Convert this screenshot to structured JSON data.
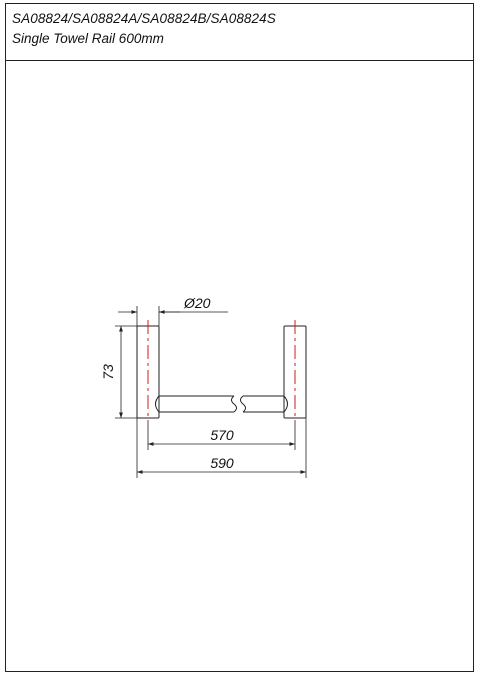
{
  "title_block": {
    "product_codes": "SA08824/SA08824A/SA08824B/SA08824S",
    "product_name": "Single Towel Rail 600mm"
  },
  "dimensions": {
    "diameter": "Ø20",
    "height": "73",
    "inner_width": "570",
    "overall_width": "590"
  },
  "colors": {
    "line": "#222222",
    "centerline": "#d11a1a"
  }
}
